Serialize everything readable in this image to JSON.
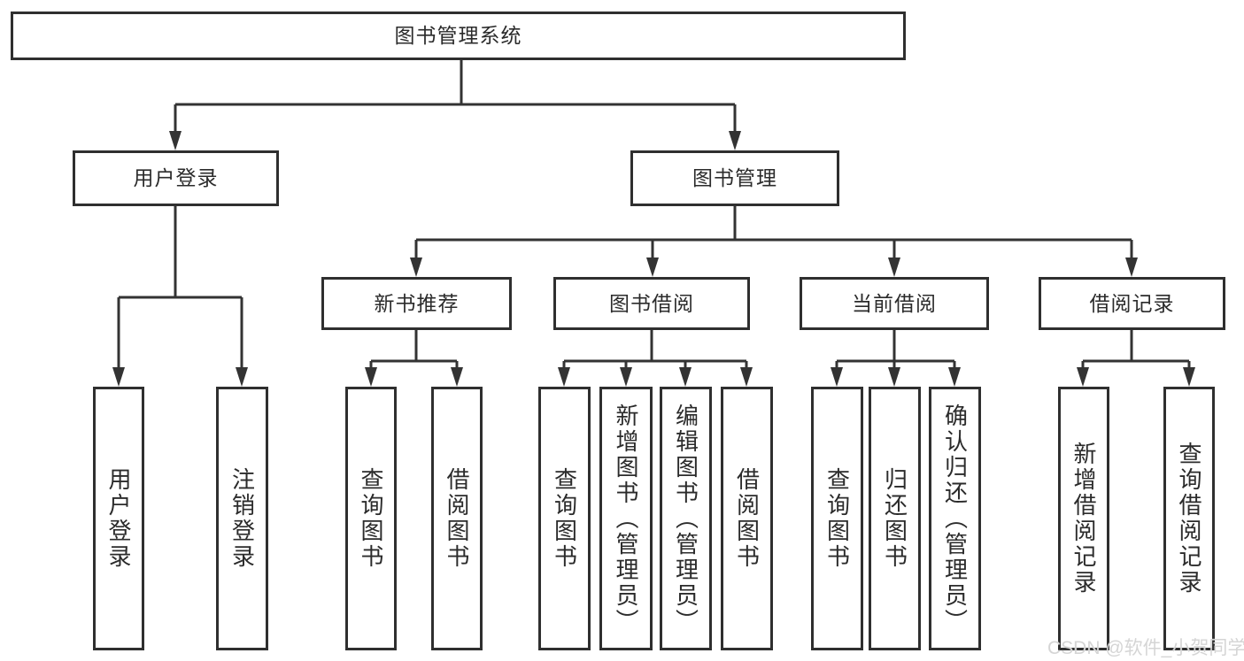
{
  "colors": {
    "line": "#333333",
    "box_border": "#2f2f2f",
    "text": "#2b2b2b",
    "background": "#ffffff",
    "watermark": "#d3d3d3"
  },
  "tree": {
    "root": "图书管理系统",
    "user": {
      "label": "用户登录",
      "children": [
        "用户登录",
        "注销登录"
      ]
    },
    "book": {
      "label": "图书管理",
      "sections": [
        {
          "label": "新书推荐",
          "children": [
            "查询图书",
            "借阅图书"
          ]
        },
        {
          "label": "图书借阅",
          "children": [
            "查询图书",
            "新增图书（管理员）",
            "编辑图书（管理员）",
            "借阅图书"
          ]
        },
        {
          "label": "当前借阅",
          "children": [
            "查询图书",
            "归还图书",
            "确认归还（管理员）"
          ]
        },
        {
          "label": "借阅记录",
          "children": [
            "新增借阅记录",
            "查询借阅记录"
          ]
        }
      ]
    }
  },
  "watermark": "CSDN @软件_小贺同学"
}
